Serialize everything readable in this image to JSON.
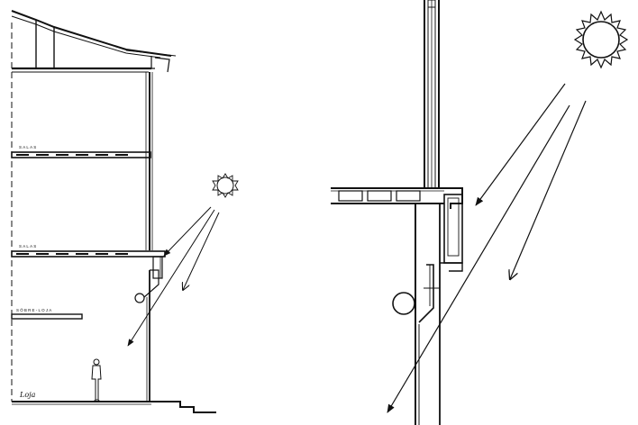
{
  "left_section": {
    "floor_labels": [
      "SALAS",
      "SALAS",
      "SÔBRE-LOJA"
    ],
    "signature": "Loja"
  },
  "colors": {
    "ink": "#111111",
    "paper": "#ffffff"
  }
}
